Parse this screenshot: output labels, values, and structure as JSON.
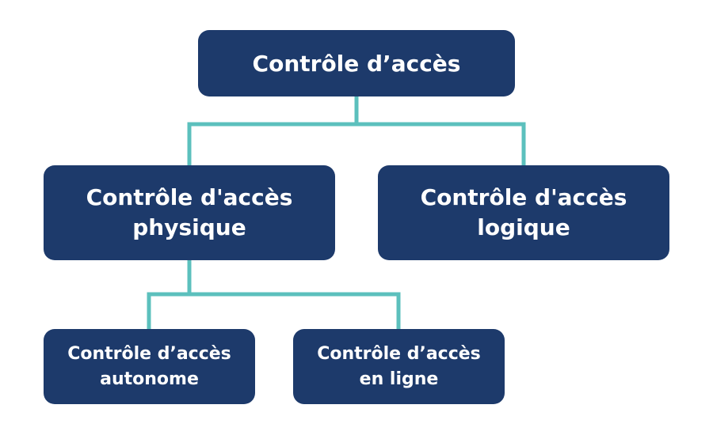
{
  "diagram": {
    "type": "org-chart",
    "colors": {
      "node_fill": "#1d3a6b",
      "node_text": "#ffffff",
      "connector": "#5cc0bd"
    },
    "root": {
      "label": "Contrôle d’accès"
    },
    "level1": [
      {
        "line1": "Contrôle d'accès",
        "line2": "physique"
      },
      {
        "line1": "Contrôle d'accès",
        "line2": "logique"
      }
    ],
    "level2": [
      {
        "line1": "Contrôle d’accès",
        "line2": "autonome"
      },
      {
        "line1": "Contrôle d’accès",
        "line2": "en ligne"
      }
    ],
    "edges": [
      {
        "from": "Contrôle d’accès",
        "to": "Contrôle d'accès physique"
      },
      {
        "from": "Contrôle d’accès",
        "to": "Contrôle d'accès logique"
      },
      {
        "from": "Contrôle d'accès physique",
        "to": "Contrôle d’accès autonome"
      },
      {
        "from": "Contrôle d'accès physique",
        "to": "Contrôle d’accès en ligne"
      }
    ]
  }
}
